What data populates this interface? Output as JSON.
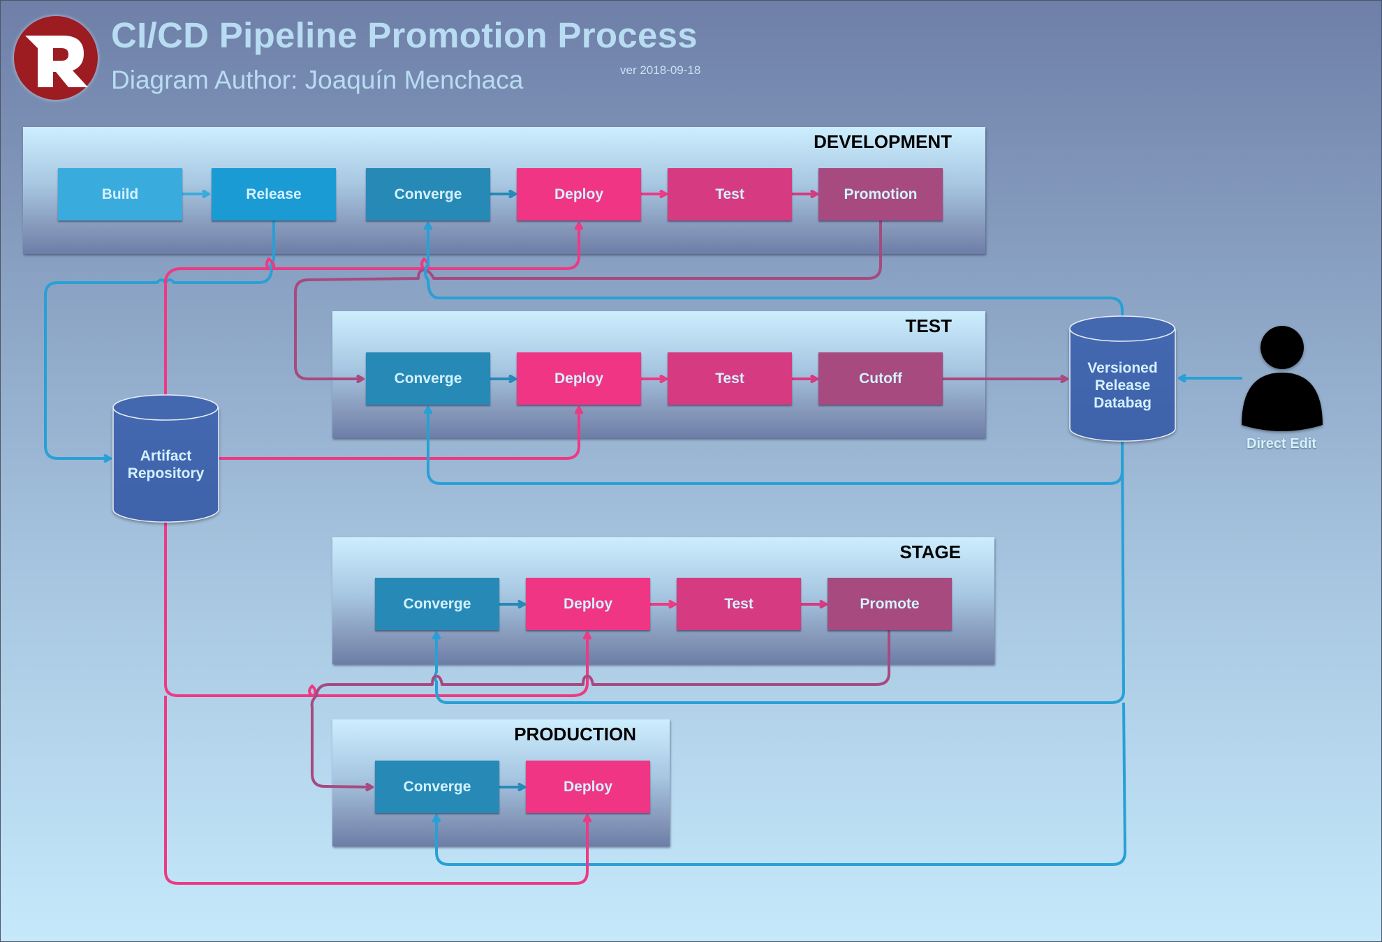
{
  "header": {
    "title": "CI/CD Pipeline Promotion Process",
    "subtitle": "Diagram Author: Joaquín Menchaca",
    "version": "ver 2018-09-18",
    "logo_letter": "R"
  },
  "colors": {
    "build": "#3aabdd",
    "release": "#1b9bd4",
    "converge": "#278ab6",
    "deploy": "#f03584",
    "test": "#d63a80",
    "promote": "#a64a80",
    "database": "#4468b0",
    "wire_blue": "#28a0d6",
    "wire_pink": "#ec3a84",
    "wire_purple": "#a64a80",
    "logo_red": "#9c1c22"
  },
  "lanes": {
    "development": {
      "label": "DEVELOPMENT",
      "steps": [
        "Build",
        "Release",
        "Converge",
        "Deploy",
        "Test",
        "Promotion"
      ]
    },
    "test": {
      "label": "TEST",
      "steps": [
        "Converge",
        "Deploy",
        "Test",
        "Cutoff"
      ]
    },
    "stage": {
      "label": "STAGE",
      "steps": [
        "Converge",
        "Deploy",
        "Test",
        "Promote"
      ]
    },
    "production": {
      "label": "PRODUCTION",
      "steps": [
        "Converge",
        "Deploy"
      ]
    }
  },
  "stores": {
    "artifact_repository": {
      "line1": "Artifact",
      "line2": "Repository"
    },
    "databag": {
      "line1": "Versioned",
      "line2": "Release",
      "line3": "Databag"
    }
  },
  "actor": {
    "label": "Direct Edit",
    "icon": "person-icon"
  },
  "connections": [
    {
      "from": "Release",
      "to": "Artifact Repository",
      "color": "blue"
    },
    {
      "from": "Artifact Repository",
      "to": "Development Deploy",
      "color": "pink"
    },
    {
      "from": "Artifact Repository",
      "to": "Test Deploy",
      "color": "pink"
    },
    {
      "from": "Artifact Repository",
      "to": "Stage Deploy",
      "color": "pink"
    },
    {
      "from": "Artifact Repository",
      "to": "Production Deploy",
      "color": "pink"
    },
    {
      "from": "Promotion",
      "to": "Test Converge",
      "color": "purple"
    },
    {
      "from": "Cutoff",
      "to": "Versioned Release Databag",
      "color": "purple"
    },
    {
      "from": "Promote",
      "to": "Production Converge",
      "color": "purple"
    },
    {
      "from": "Versioned Release Databag",
      "to": "Development Converge",
      "color": "blue"
    },
    {
      "from": "Versioned Release Databag",
      "to": "Test Converge",
      "color": "blue"
    },
    {
      "from": "Versioned Release Databag",
      "to": "Stage Converge",
      "color": "blue"
    },
    {
      "from": "Versioned Release Databag",
      "to": "Production Converge",
      "color": "blue"
    },
    {
      "from": "Direct Edit",
      "to": "Versioned Release Databag",
      "color": "blue"
    }
  ]
}
